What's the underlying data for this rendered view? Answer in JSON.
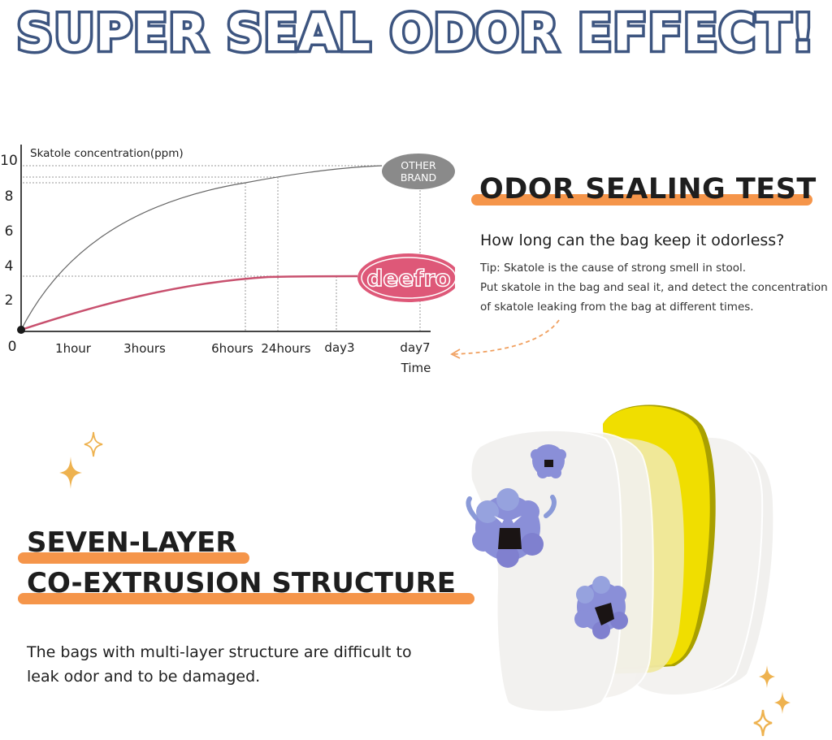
{
  "header": {
    "title": "SUPER SEAL ODOR EFFECT!"
  },
  "colors": {
    "title_fill": "#ffffff",
    "title_stroke": "#3d5580",
    "highlight_orange": "#f5954a",
    "deefro_pink": "#de5878",
    "other_brand_gray": "#8a8a8a",
    "sparkle_gold": "#eeb24f",
    "germ_purple": "#8a8fd8",
    "layer_yellow": "#f0de00"
  },
  "chart_data": {
    "type": "line",
    "title": "",
    "ylabel": "Skatole concentration(ppm)",
    "xlabel": "Time",
    "ylim": [
      0,
      10
    ],
    "y_ticks": [
      "0",
      "2",
      "4",
      "6",
      "8",
      "10"
    ],
    "categories": [
      "0",
      "1hour",
      "3hours",
      "6hours",
      "24hours",
      "day3",
      "day7"
    ],
    "series": [
      {
        "name": "OTHER BRAND",
        "values": [
          0,
          3.5,
          6.2,
          8.6,
          8.9,
          9.3,
          9.5
        ]
      },
      {
        "name": "deefro",
        "values": [
          0,
          0.9,
          1.9,
          3.0,
          3.2,
          3.2,
          3.2
        ]
      }
    ],
    "legend": [
      {
        "label_line1": "OTHER",
        "label_line2": "BRAND",
        "style": "gray ellipse at end of gray curve"
      },
      {
        "label": "deefro",
        "style": "pink ellipse at end of pink curve"
      }
    ],
    "grid": "dotted reference lines at curve values",
    "legend_position": "inline at curve ends (right)"
  },
  "chart": {
    "ylabel": "Skatole concentration(ppm)",
    "xlabel": "Time",
    "y_ticks": [
      "10",
      "8",
      "6",
      "4",
      "2",
      "0"
    ],
    "x_ticks": [
      "1hour",
      "3hours",
      "6hours",
      "24hours",
      "day3",
      "day7"
    ],
    "other_brand_line1": "OTHER",
    "other_brand_line2": "BRAND",
    "deefro_label": "deefro"
  },
  "odor_test": {
    "heading": "ODOR SEALING TEST",
    "question": "How long can the bag keep it odorless?",
    "tip_lines": [
      "Tip: Skatole is the cause of strong smell in stool.",
      "Put skatole in the bag and seal it, and detect the concentration",
      "of skatole leaking from the bag at different times."
    ]
  },
  "structure": {
    "heading_line1": "SEVEN-LAYER",
    "heading_line2": "CO-EXTRUSION STRUCTURE",
    "description_lines": [
      "The bags with multi-layer structure are difficult to",
      "leak odor and to be damaged."
    ]
  }
}
